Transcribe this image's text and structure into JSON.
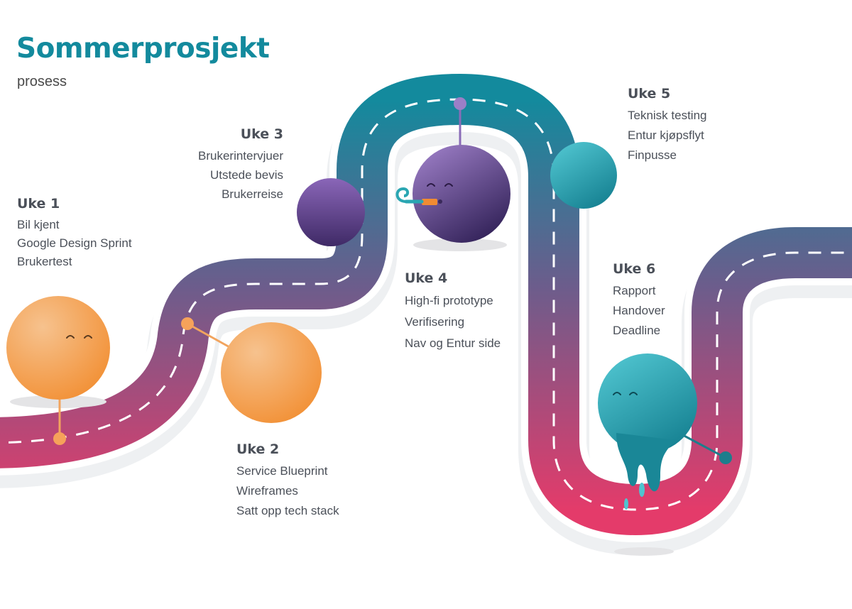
{
  "header": {
    "title": "Sommerprosjekt",
    "subtitle": "prosess"
  },
  "weeks": [
    {
      "label": "Uke 1",
      "items": [
        "Bil kjent",
        "Google Design Sprint",
        "Brukertest"
      ]
    },
    {
      "label": "Uke 2",
      "items": [
        "Service Blueprint",
        "Wireframes",
        "Satt opp tech stack"
      ]
    },
    {
      "label": "Uke 3",
      "items": [
        "Brukerintervjuer",
        "Utstede bevis",
        "Brukerreise"
      ]
    },
    {
      "label": "Uke 4",
      "items": [
        "High-fi prototype",
        "Verifisering",
        "Nav og Entur side"
      ]
    },
    {
      "label": "Uke 5",
      "items": [
        "Teknisk testing",
        "Entur kjøpsflyt",
        "Finpusse"
      ]
    },
    {
      "label": "Uke 6",
      "items": [
        "Rapport",
        "Handover",
        "Deadline"
      ]
    }
  ],
  "colors": {
    "title": "#138a9d",
    "road_top": "#138a9d",
    "road_middle": "#6b5d8c",
    "road_bottom": "#e43b6a",
    "orange": "#f4a45a",
    "purple": "#6a4a94",
    "teal": "#26a7b5"
  }
}
